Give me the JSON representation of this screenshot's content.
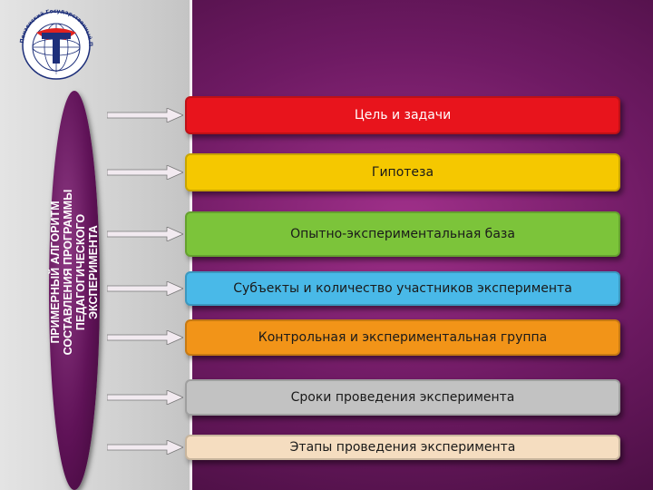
{
  "logo": {
    "ring_text": "Пензенский Государственный Педагогический Университет",
    "letter": "Т"
  },
  "oval_label": {
    "lines": [
      "ПРИМЕРНЫЙ АЛГОРИТМ",
      "СОСТАВЛЕНИЯ ПРОГРАММЫ",
      "ПЕДАГОГИЧЕСКОГО",
      "ЭКСПЕРИМЕНТА"
    ]
  },
  "steps": [
    {
      "label": "Цель и задачи",
      "color": "#e8141c",
      "text_color": "#ffffff"
    },
    {
      "label": "Гипотеза",
      "color": "#f5c800",
      "text_color": "#1a1a1a"
    },
    {
      "label": "Опытно-экспериментальная база",
      "color": "#7cc43a",
      "text_color": "#1a1a1a"
    },
    {
      "label": "Субъекты и количество участников эксперимента",
      "color": "#49b9e8",
      "text_color": "#1a1a1a"
    },
    {
      "label": "Контрольная и экспериментальная группа",
      "color": "#f29418",
      "text_color": "#1a1a1a"
    },
    {
      "label": "Сроки  проведения эксперимента",
      "color": "#c2c2c2",
      "text_color": "#1a1a1a"
    },
    {
      "label": "Этапы  проведения  эксперимента",
      "color": "#f5ddc0",
      "text_color": "#1a1a1a"
    }
  ]
}
